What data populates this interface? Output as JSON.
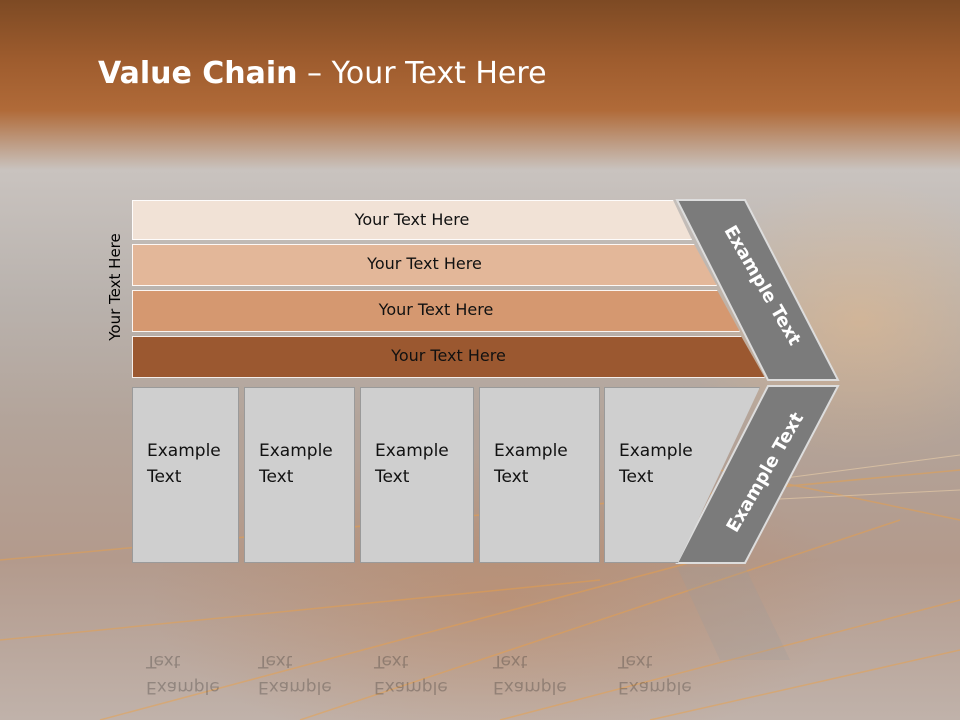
{
  "title": {
    "bold": "Value Chain",
    "rest": " – Your Text Here"
  },
  "side_label": "Your Text Here",
  "bars": [
    {
      "label": "Your Text Here",
      "color": "#f1e2d6"
    },
    {
      "label": "Your Text Here",
      "color": "#e3b799"
    },
    {
      "label": "Your Text Here",
      "color": "#d59870"
    },
    {
      "label": "Your Text Here",
      "color": "#9b5830"
    }
  ],
  "boxes": [
    {
      "label": "Example\nText"
    },
    {
      "label": "Example\nText"
    },
    {
      "label": "Example\nText"
    },
    {
      "label": "Example\nText"
    },
    {
      "label": "Example\nText"
    }
  ],
  "arrow": {
    "top_label": "Example Text",
    "bottom_label": "Example Text",
    "color": "#7b7b7b"
  }
}
